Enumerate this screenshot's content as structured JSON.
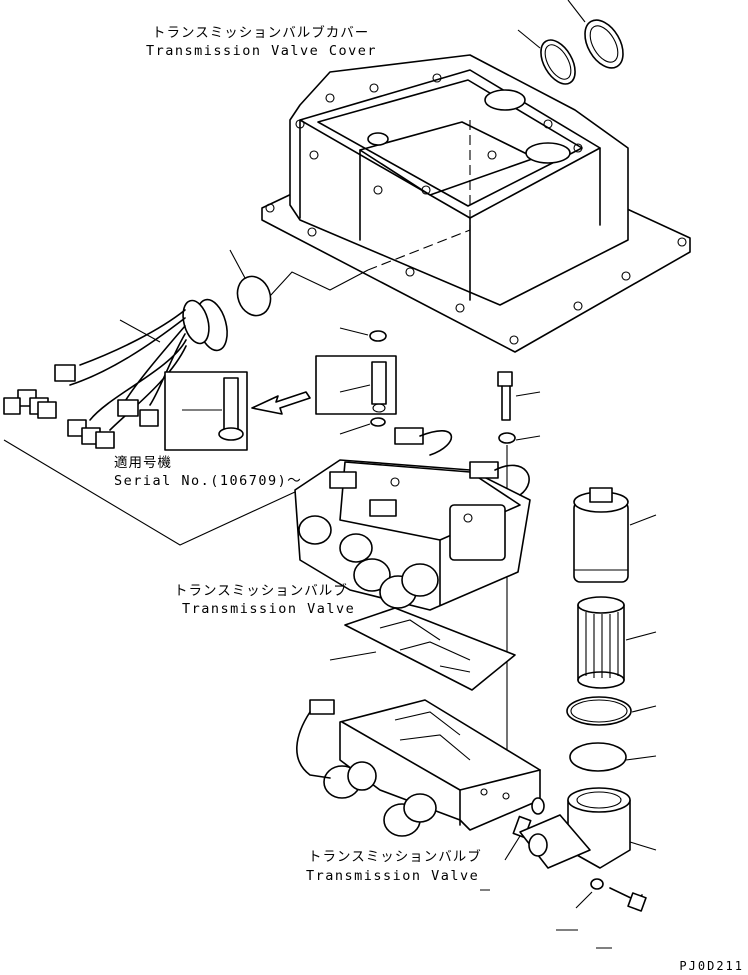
{
  "labels": {
    "cover_jp": "トランスミッションバルブカバー",
    "cover_en": "Transmission Valve Cover",
    "serial_jp": "適用号機",
    "serial_en": "Serial No.(106709)～",
    "valve_upper_jp": "トランスミッションバルブ",
    "valve_upper_en": "Transmission Valve",
    "valve_lower_jp": "トランスミッションバルブ",
    "valve_lower_en": "Transmission Valve"
  },
  "drawing_code": "PJ0D211"
}
